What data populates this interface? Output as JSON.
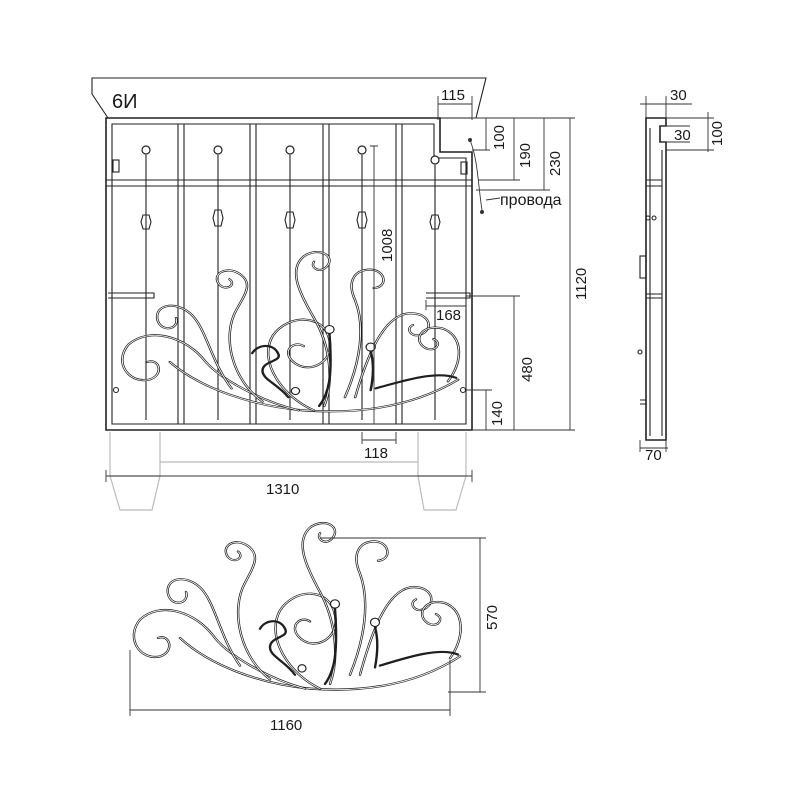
{
  "title": "6И",
  "note": "провода",
  "main_view": {
    "dimensions": [
      "115",
      "100",
      "190",
      "230",
      "1120",
      "1008",
      "168",
      "480",
      "140",
      "118",
      "1310"
    ]
  },
  "side_view": {
    "dimensions": [
      "30",
      "30",
      "100",
      "70"
    ]
  },
  "ornament_view": {
    "dimensions": [
      "570",
      "1160"
    ]
  }
}
